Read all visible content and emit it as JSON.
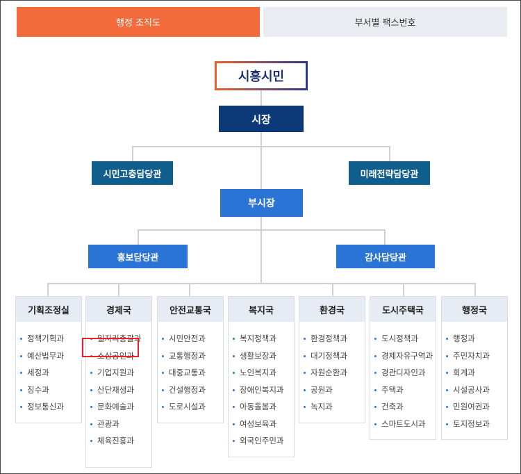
{
  "tabs": [
    {
      "label": "행정 조직도",
      "active": true
    },
    {
      "label": "부서별 팩스번호",
      "active": false
    }
  ],
  "org": {
    "root": "시흥시민",
    "mayor": "시장",
    "mayor_aides": [
      "시민고충담당관",
      "미래전략담당관"
    ],
    "vice_mayor": "부시장",
    "vice_aides": [
      "홍보담당관",
      "감사담당관"
    ],
    "departments": [
      {
        "name": "기획조정실",
        "items": [
          "정책기획과",
          "예산법무과",
          "세정과",
          "징수과",
          "정보통신과"
        ]
      },
      {
        "name": "경제국",
        "items": [
          "일자리총괄과",
          "소상공인과",
          "기업지원과",
          "산단재생과",
          "문화예술과",
          "관광과",
          "체육진흥과"
        ]
      },
      {
        "name": "안전교통국",
        "items": [
          "시민안전과",
          "교통행정과",
          "대중교통과",
          "건설행정과",
          "도로시설과"
        ]
      },
      {
        "name": "복지국",
        "items": [
          "복지정책과",
          "생활보장과",
          "노인복지과",
          "장애인복지과",
          "아동돌봄과",
          "여성보육과",
          "외국인주민과"
        ]
      },
      {
        "name": "환경국",
        "items": [
          "환경정책과",
          "대기정책과",
          "자원순환과",
          "공원과",
          "녹지과"
        ]
      },
      {
        "name": "도시주택국",
        "items": [
          "도시정책과",
          "경제자유구역과",
          "경관디자인과",
          "주택과",
          "건축과",
          "스마트도시과"
        ]
      },
      {
        "name": "행정국",
        "items": [
          "행정과",
          "주민자치과",
          "회계과",
          "시설공사과",
          "민원여권과",
          "토지정보과"
        ]
      }
    ]
  },
  "highlighted_item": "소상공인과",
  "colors": {
    "tab_active": "#f36b3b",
    "navy": "#0c3a78",
    "teal": "#0f5e8c",
    "blue": "#2a74d6",
    "highlight": "#e8202a"
  }
}
